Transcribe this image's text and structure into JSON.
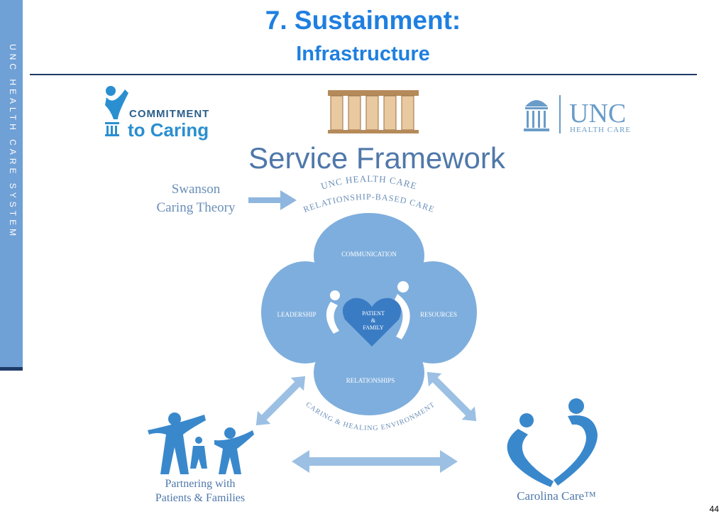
{
  "sidebar": {
    "text": "UNC HEALTH CARE SYSTEM"
  },
  "title": "7. Sustainment:",
  "subtitle": "Infrastructure",
  "logos": {
    "commitment_line1": "COMMITMENT",
    "commitment_line2": "to Caring",
    "unc": "UNC",
    "unc_sub": "HEALTH CARE"
  },
  "framework": {
    "heading": "Service Framework",
    "theory_line1": "Swanson",
    "theory_line2": "Caring Theory",
    "arc_top": "UNC HEALTH CARE",
    "arc_bottom": "RELATIONSHIP-BASED CARE",
    "petals": {
      "top": "COMMUNICATION",
      "left": "LEADERSHIP",
      "right": "RESOURCES",
      "bottom": "RELATIONSHIPS"
    },
    "center_line1": "PATIENT",
    "center_line2": "&",
    "center_line3": "FAMILY",
    "environment": "CARING & HEALING ENVIRONMENT",
    "partnering_line1": "Partnering with",
    "partnering_line2": "Patients & Families",
    "carolina_care": "Carolina Care™"
  },
  "page_number": "44",
  "colors": {
    "accent": "#1f7fe0",
    "sidebar": "#6fa0d6",
    "rule": "#1f3a68",
    "framework_blue": "#6fa3d6"
  }
}
